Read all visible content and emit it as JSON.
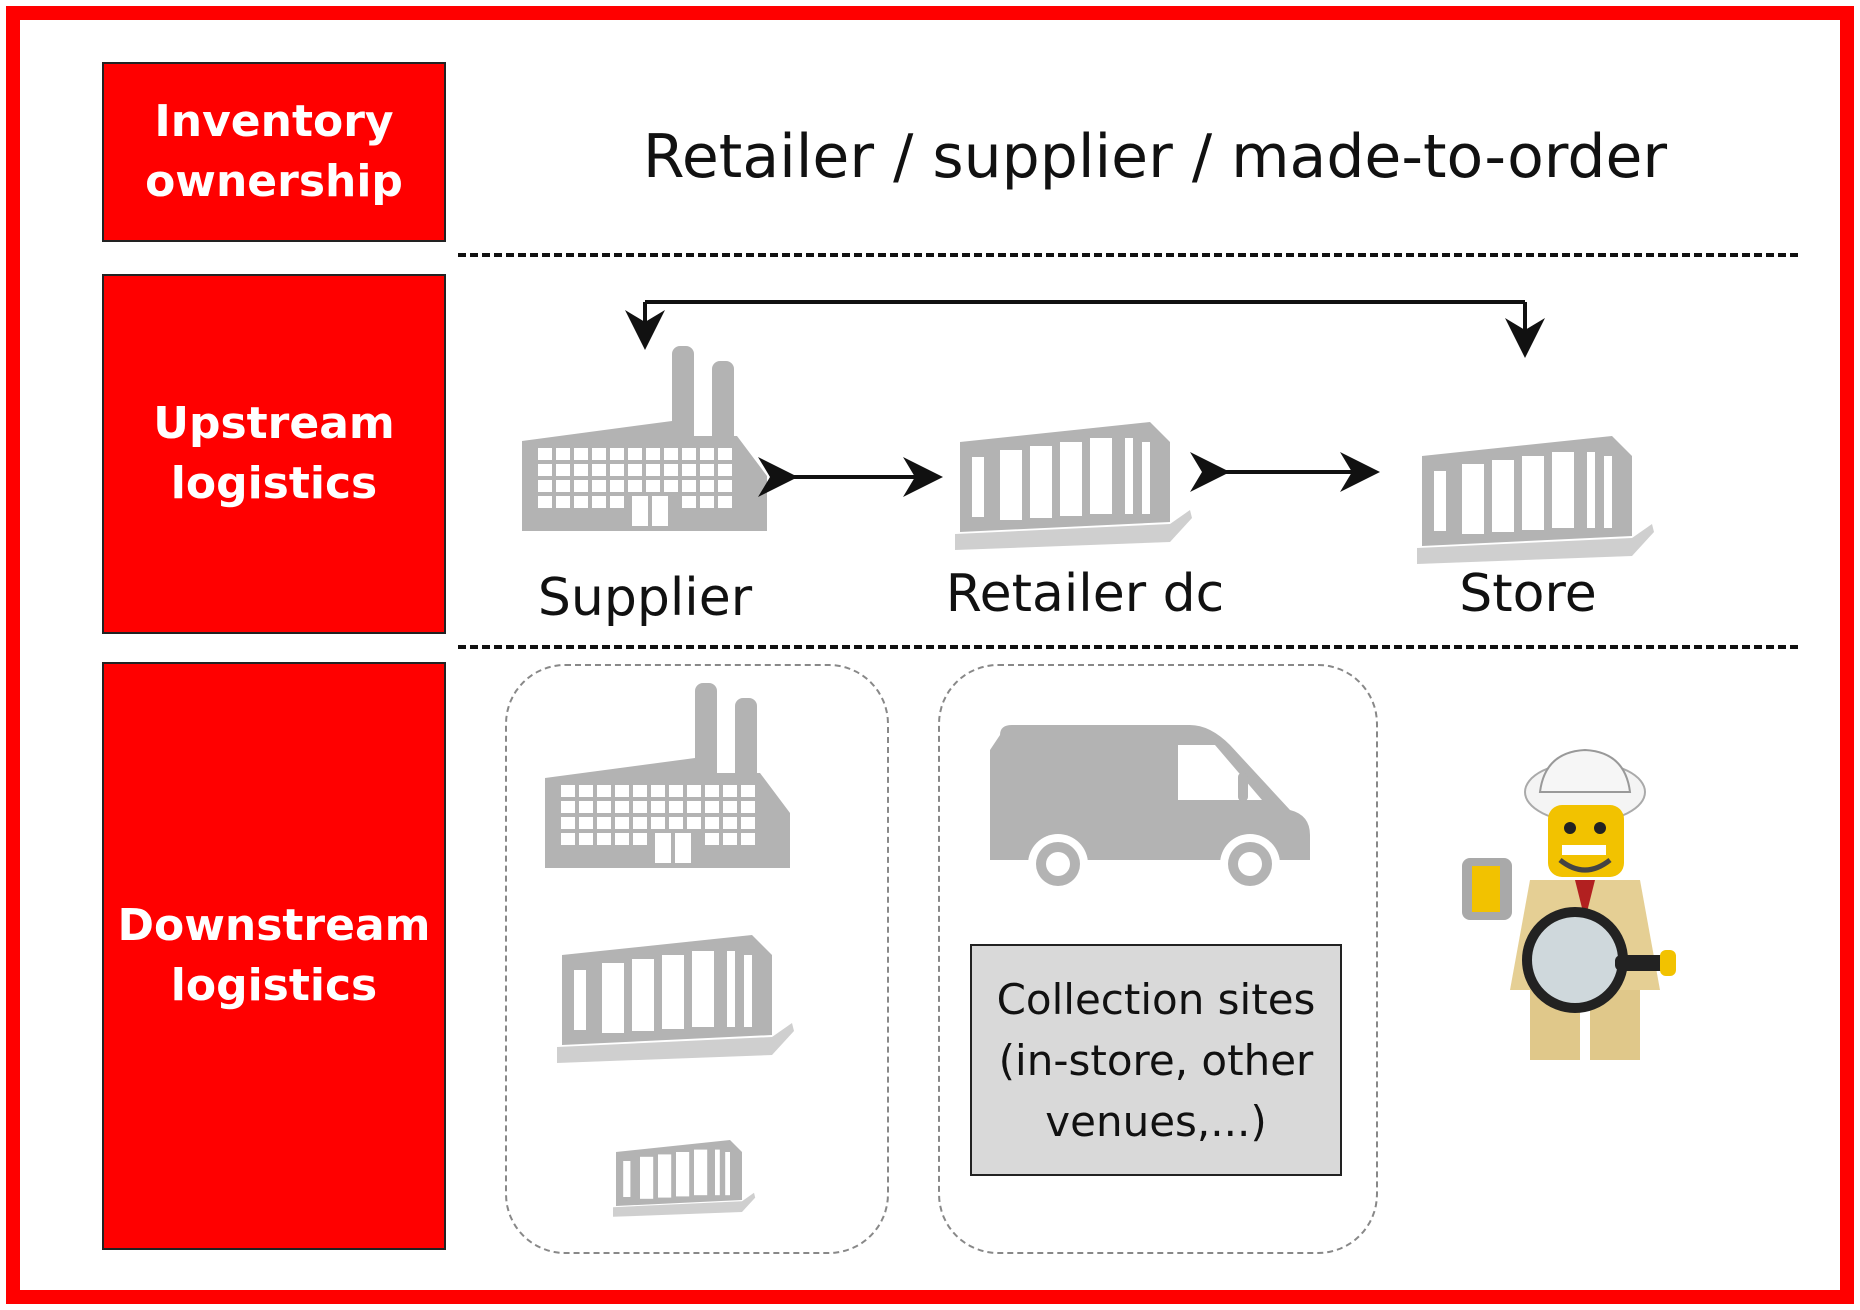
{
  "labels": {
    "inventory": "Inventory\nownership",
    "upstream": "Upstream\nlogistics",
    "downstream": "Downstream\nlogistics"
  },
  "heading": "Retailer / supplier / made-to-order",
  "nodes": {
    "supplier": "Supplier",
    "retailer_dc": "Retailer dc",
    "store": "Store"
  },
  "collection_sites": "Collection sites\n(in-store, other\nvenues,...)",
  "colors": {
    "accent": "#ff0000",
    "icon_gray": "#b3b3b3",
    "collection_fill": "#d9d9d9"
  },
  "icons": [
    "factory-icon",
    "warehouse-icon",
    "van-icon",
    "explorer-minifigure-icon"
  ]
}
